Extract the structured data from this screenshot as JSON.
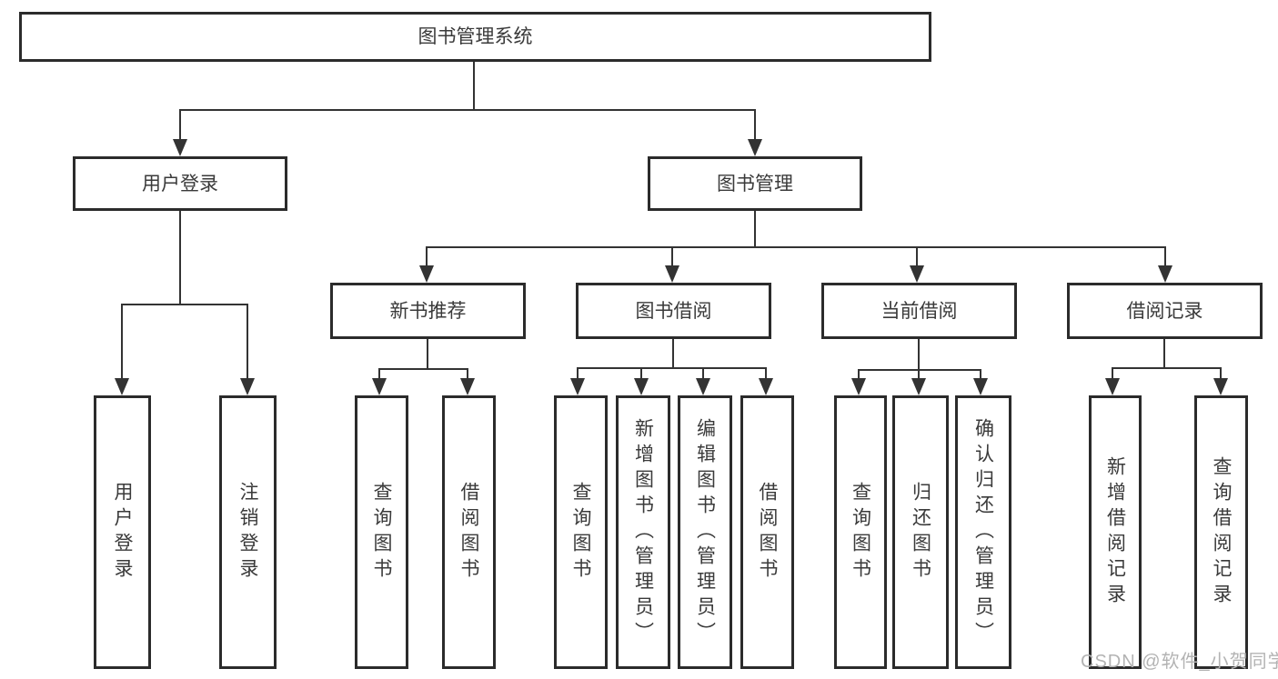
{
  "tree": {
    "root": {
      "label": "图书管理系统",
      "children": [
        {
          "label": "用户登录",
          "children": [
            {
              "label": "用户登录"
            },
            {
              "label": "注销登录"
            }
          ]
        },
        {
          "label": "图书管理",
          "children": [
            {
              "label": "新书推荐",
              "children": [
                {
                  "label": "查询图书"
                },
                {
                  "label": "借阅图书"
                }
              ]
            },
            {
              "label": "图书借阅",
              "children": [
                {
                  "label": "查询图书"
                },
                {
                  "label": "新增图书（管理员）"
                },
                {
                  "label": "编辑图书（管理员）"
                },
                {
                  "label": "借阅图书"
                }
              ]
            },
            {
              "label": "当前借阅",
              "children": [
                {
                  "label": "查询图书"
                },
                {
                  "label": "归还图书"
                },
                {
                  "label": "确认归还（管理员）"
                }
              ]
            },
            {
              "label": "借阅记录",
              "children": [
                {
                  "label": "新增借阅记录"
                },
                {
                  "label": "查询借阅记录"
                }
              ]
            }
          ]
        }
      ]
    }
  },
  "watermark": {
    "text": "CSDN @软件_小贺同学"
  },
  "colors": {
    "line": "#333333",
    "box_border": "#2b2b2b",
    "text": "#3a3a3a",
    "watermark": "#b3b3b3",
    "background": "#ffffff"
  }
}
